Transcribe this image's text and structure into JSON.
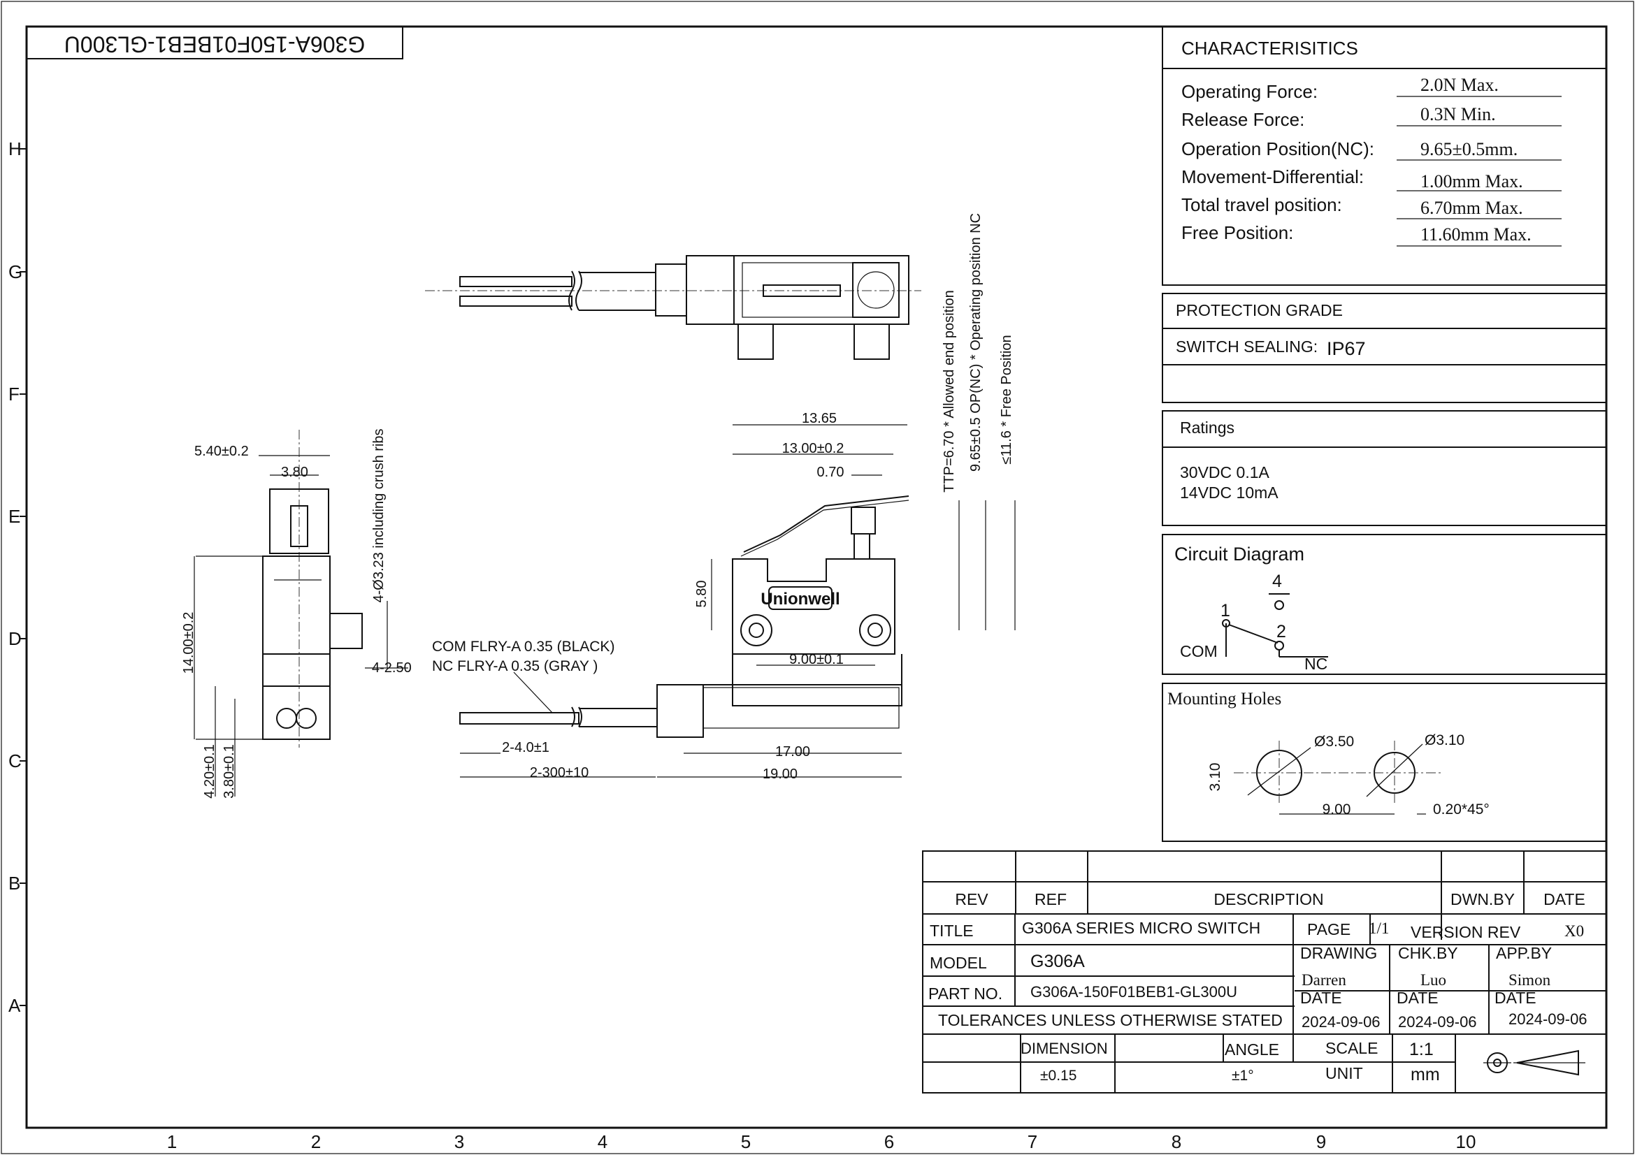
{
  "header_box": {
    "label": "G306A-150F01BEB1-GL300U"
  },
  "row_markers": [
    "H",
    "G",
    "F",
    "E",
    "D",
    "C",
    "B",
    "A"
  ],
  "col_markers": [
    "1",
    "2",
    "3",
    "4",
    "5",
    "6",
    "7",
    "8",
    "9",
    "10"
  ],
  "characteristics": {
    "title": "CHARACTERISITICS",
    "rows": [
      {
        "label": "Operating Force:",
        "value": "2.0N Max."
      },
      {
        "label": "Release Force:",
        "value": "0.3N Min."
      },
      {
        "label": "Operation Position(NC):",
        "value": "9.65±0.5mm."
      },
      {
        "label": "Movement-Differential:",
        "value": "1.00mm Max."
      },
      {
        "label": "Total travel position:",
        "value": "6.70mm Max."
      },
      {
        "label": "Free Position:",
        "value": "11.60mm Max."
      }
    ]
  },
  "protection": {
    "title": "PROTECTION GRADE",
    "sealing_label": "SWITCH SEALING:",
    "sealing_value": "IP67"
  },
  "ratings": {
    "title": "Ratings",
    "line1": "30VDC  0.1A",
    "line2": "14VDC  10mA"
  },
  "circuit": {
    "title": "Circuit Diagram",
    "pin4": "4",
    "pin1": "1",
    "pin2": "2",
    "com": "COM",
    "nc": "NC"
  },
  "mounting": {
    "title": "Mounting Holes",
    "d1": "Ø3.50",
    "d2": "Ø3.10",
    "h": "3.10",
    "spacing": "9.00",
    "chamfer": "0.20*45°"
  },
  "drawing": {
    "top_wire_note1": "COM FLRY-A 0.35 (BLACK)",
    "top_wire_note2": "NC FLRY-A 0.35  (GRAY )",
    "brand": "Unionwell",
    "dim_1365": "13.65",
    "dim_1300": "13.00±0.2",
    "dim_070": "0.70",
    "dim_580": "5.80",
    "dim_900": "9.00±0.1",
    "dim_1700": "17.00",
    "dim_1900": "19.00",
    "dim_2_40": "2-4.0±1",
    "dim_2_300": "2-300±10",
    "ttp": "TTP=6.70 * Allowed end position",
    "op": "9.65±0.5 OP(NC) * Operating position NC",
    "fp": "≤11.6 * Free Position",
    "side_540": "5.40±0.2",
    "side_380": "3.80",
    "side_1400": "14.00±0.2",
    "side_ribs": "4-Ø3.23 including crush ribs",
    "side_250": "4-2.50",
    "side_420": "4.20±0.1",
    "side_380b": "3.80±0.1"
  },
  "titleblock": {
    "rev": "REV",
    "ref": "REF",
    "description": "DESCRIPTION",
    "dwn_by": "DWN.BY",
    "date": "DATE",
    "title_label": "TITLE",
    "title_value": "G306A SERIES MICRO SWITCH",
    "page_label": "PAGE",
    "page_value": "1/1",
    "version_label": "VERSION REV",
    "version_value": "X0",
    "model_label": "MODEL",
    "model_value": "G306A",
    "drawing_label": "DRAWING",
    "drawing_value": "Darren",
    "chk_label": "CHK.BY",
    "chk_value": "Luo",
    "app_label": "APP.BY",
    "app_value": "Simon",
    "part_label": "PART NO.",
    "part_value": "G306A-150F01BEB1-GL300U",
    "date_label": "DATE",
    "date1": "2024-09-06",
    "date2": "2024-09-06",
    "date3": "2024-09-06",
    "tolerance": "TOLERANCES UNLESS OTHERWISE STATED",
    "dimension_label": "DIMENSION",
    "dimension_value": "±0.15",
    "angle_label": "ANGLE",
    "angle_value": "±1°",
    "scale_label": "SCALE",
    "scale_value": "1:1",
    "unit_label": "UNIT",
    "unit_value": "mm"
  }
}
